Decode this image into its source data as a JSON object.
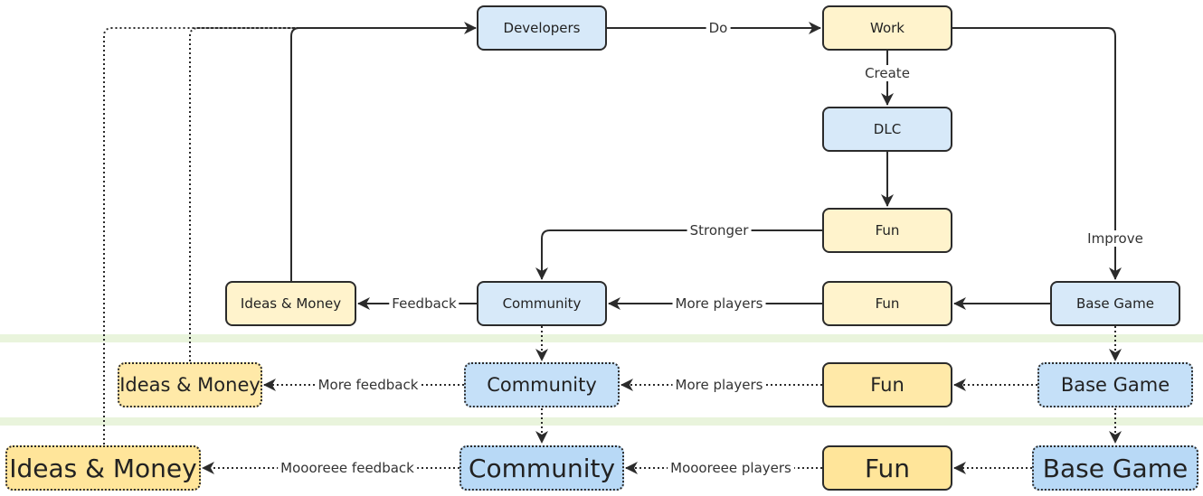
{
  "nodes": {
    "developers": "Developers",
    "work": "Work",
    "dlc": "DLC",
    "fun_dlc": "Fun",
    "ideas_money_1": "Ideas & Money",
    "community_1": "Community",
    "fun_1": "Fun",
    "base_game_1": "Base Game",
    "ideas_money_2": "Ideas & Money",
    "community_2": "Community",
    "fun_2": "Fun",
    "base_game_2": "Base Game",
    "ideas_money_3": "Ideas & Money",
    "community_3": "Community",
    "fun_3": "Fun",
    "base_game_3": "Base Game"
  },
  "edge_labels": {
    "do": "Do",
    "create": "Create",
    "stronger": "Stronger",
    "improve": "Improve",
    "feedback": "Feedback",
    "more_players": "More players",
    "more_feedback": "More feedback",
    "more_players_2": "More players",
    "mooooreee_feedback": "Moooreee feedback",
    "mooooreee_players": "Moooreee players"
  },
  "colors": {
    "blue_light": "#d7e9f9",
    "yellow_light": "#fff3cc",
    "blue_mid": "#c5e0f8",
    "yellow_mid": "#ffe9a8",
    "blue_strong": "#b8d9f6",
    "yellow_strong": "#ffe59a",
    "band": "#e9f4dc",
    "stroke": "#2b2b2b"
  }
}
